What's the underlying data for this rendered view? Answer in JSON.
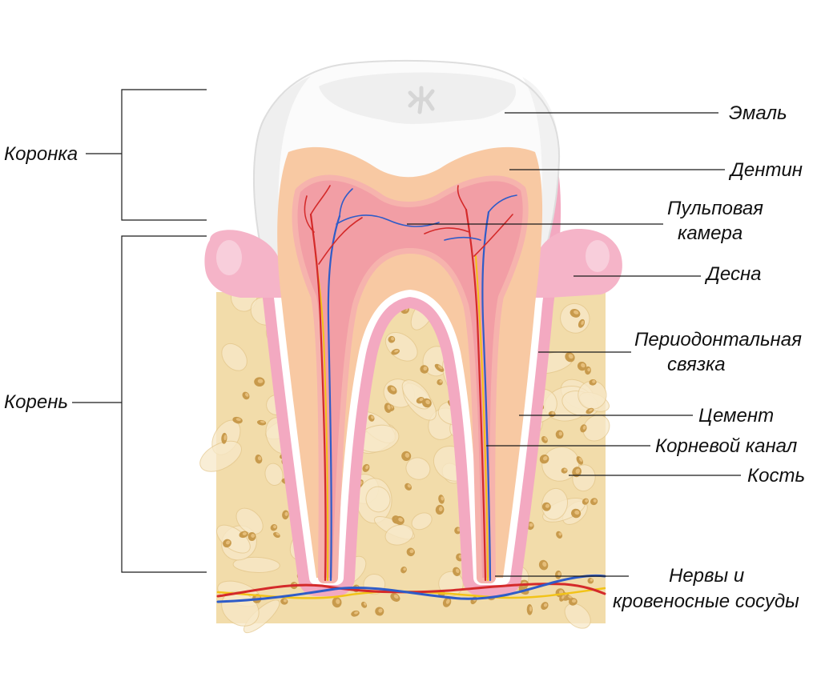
{
  "diagram": {
    "labels": {
      "crown": "Коронка",
      "root": "Корень",
      "enamel": "Эмаль",
      "dentin": "Дентин",
      "pulp_chamber": [
        "Пульповая",
        "камера"
      ],
      "gum": "Десна",
      "periodontal_ligament": [
        "Периодонтальная",
        "связка"
      ],
      "cementum": "Цемент",
      "root_canal": "Корневой канал",
      "bone": "Кость",
      "nerves_and_vessels": [
        "Нервы и",
        "кровеносные сосуды"
      ]
    }
  },
  "colors": {
    "background": "#ffffff",
    "enamel": "#fbfbfb",
    "enamel_shade": "#d9d9d9",
    "occlusal_surface": "#efefef",
    "dentin": "#f8c9a3",
    "predentin": "#f6b3ad",
    "pulp": "#f29ea5",
    "gum": "#f5b4c8",
    "ligament": "#f3a9c1",
    "cementum": "#ffffff",
    "bone": "#f2dcaa",
    "bone_cell": "#f8e9c9",
    "bone_pore": "#c89a4c",
    "bone_pore_highlight": "#e9c27f",
    "artery": "#d42a2a",
    "vein": "#2f5cc8",
    "nerve": "#f2c318",
    "label_text": "#111111"
  }
}
